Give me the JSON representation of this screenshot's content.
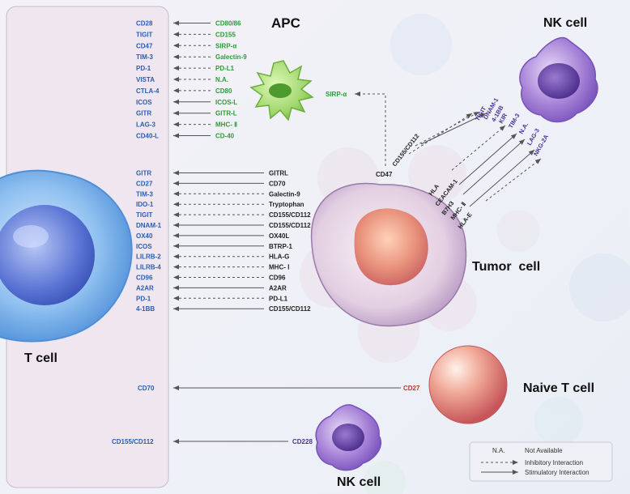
{
  "titles": {
    "apc": "APC",
    "nk_top": "NK cell",
    "tumor": "Tumor  cell",
    "naive_t": "Naive T cell",
    "t_cell": "T cell",
    "nk_bottom": "NK cell"
  },
  "colors": {
    "tcell_label": "#2a5db0",
    "apc_label": "#2e9a38",
    "nk_label": "#4a3396",
    "tumor_label": "#222222",
    "naive_label": "#b03a2a",
    "arrow": "#555555"
  },
  "apc_pairs": [
    {
      "receptor": "CD28",
      "ligand": "CD80/86",
      "type": "stimulatory"
    },
    {
      "receptor": "TIGIT",
      "ligand": "CD155",
      "type": "inhibitory"
    },
    {
      "receptor": "CD47",
      "ligand": "SIRP-α",
      "type": "inhibitory"
    },
    {
      "receptor": "TIM-3",
      "ligand": "Galectin-9",
      "type": "inhibitory"
    },
    {
      "receptor": "PD-1",
      "ligand": "PD-L1",
      "type": "inhibitory"
    },
    {
      "receptor": "VISTA",
      "ligand": "N.A.",
      "type": "inhibitory"
    },
    {
      "receptor": "CTLA-4",
      "ligand": "CD80",
      "type": "inhibitory"
    },
    {
      "receptor": "ICOS",
      "ligand": "ICOS-L",
      "type": "stimulatory"
    },
    {
      "receptor": "GITR",
      "ligand": "GITR-L",
      "type": "stimulatory"
    },
    {
      "receptor": "LAG-3",
      "ligand": "MHC- Ⅱ",
      "type": "inhibitory"
    },
    {
      "receptor": "CD40-L",
      "ligand": "CD-40",
      "type": "stimulatory"
    }
  ],
  "tumor_pairs": [
    {
      "receptor": "GITR",
      "ligand": "GITRL",
      "type": "stimulatory"
    },
    {
      "receptor": "CD27",
      "ligand": "CD70",
      "type": "stimulatory"
    },
    {
      "receptor": "TIM-3",
      "ligand": "Galectin-9",
      "type": "inhibitory"
    },
    {
      "receptor": "IDO-1",
      "ligand": "Tryptophan",
      "type": "inhibitory"
    },
    {
      "receptor": "TIGIT",
      "ligand": "CD155/CD112",
      "type": "inhibitory"
    },
    {
      "receptor": "DNAM-1",
      "ligand": "CD155/CD112",
      "type": "stimulatory"
    },
    {
      "receptor": "OX40",
      "ligand": "OX40L",
      "type": "stimulatory"
    },
    {
      "receptor": "ICOS",
      "ligand": "BTRP-1",
      "type": "stimulatory"
    },
    {
      "receptor": "LILRB-2",
      "ligand": "HLA-G",
      "type": "inhibitory"
    },
    {
      "receptor": "LILRB-4",
      "ligand": "MHC- Ⅰ",
      "type": "inhibitory"
    },
    {
      "receptor": "CD96",
      "ligand": "CD96",
      "type": "inhibitory"
    },
    {
      "receptor": "A2AR",
      "ligand": "A2AR",
      "type": "stimulatory"
    },
    {
      "receptor": "PD-1",
      "ligand": "PD-L1",
      "type": "inhibitory"
    },
    {
      "receptor": "4-1BB",
      "ligand": "CD155/CD112",
      "type": "stimulatory"
    }
  ],
  "naive_pair": {
    "receptor": "CD70",
    "ligand": "CD27",
    "type": "stimulatory"
  },
  "nk_bottom_pair": {
    "receptor": "CD155/CD112",
    "ligand": "CD228",
    "type": "stimulatory"
  },
  "apc_sirp": {
    "label": "SIRP-α",
    "partner": "CD47",
    "type": "inhibitory"
  },
  "tumor_to_nk_ligands": [
    "CD155/CD112",
    "HLA",
    "CEACAM-1",
    "B7H3",
    "MHC- Ⅱ",
    "HLA-E"
  ],
  "nk_receptors": [
    "TIGIT",
    "DNAM-1",
    "4-1BB",
    "KIR",
    "TIM-3",
    "N.A.",
    "LAG-3",
    "NKG-2A"
  ],
  "legend": {
    "na_key": "N.A.",
    "na_value": "Not Available",
    "inhibitory": "Inhibitory Interaction",
    "stimulatory": "Stimulatory Interaction"
  }
}
